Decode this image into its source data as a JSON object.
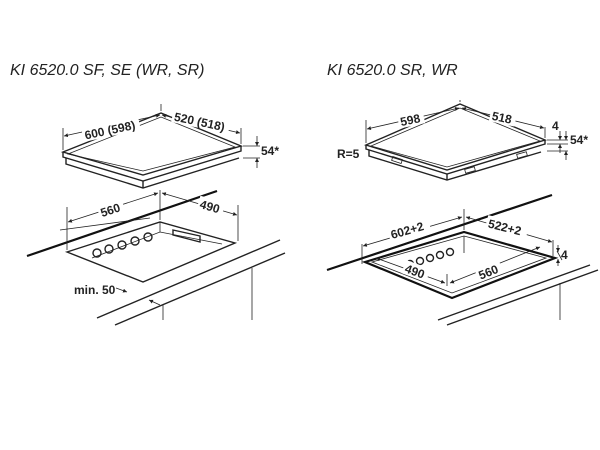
{
  "left": {
    "title": "KI 6520.0 SF, SE (WR, SR)",
    "dims": {
      "width": "600 (598)",
      "depth": "520 (518)",
      "height": "54*",
      "cutout_width": "560",
      "cutout_depth": "490",
      "min_edge": "min. 50"
    }
  },
  "right": {
    "title": "KI 6520.0 SR, WR",
    "dims": {
      "width": "598",
      "depth": "518",
      "frame": "4",
      "height": "54*",
      "radius": "R=5",
      "outer_width": "602+2",
      "outer_depth": "522+2",
      "recess": "4",
      "cutout_depth": "490",
      "cutout_width": "560"
    }
  }
}
